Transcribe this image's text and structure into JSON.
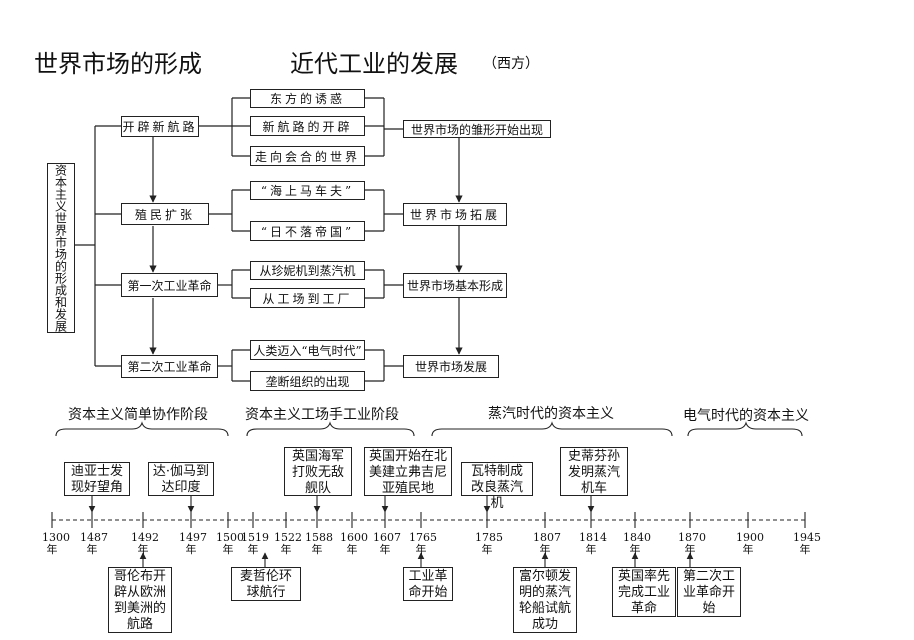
{
  "title": {
    "main": "世界市场的形成",
    "second": "近代工业的发展",
    "note": "（西方）"
  },
  "root": "资本主义世界市场的形成和发展",
  "stages_left": [
    "开辟新航路",
    "殖民扩张",
    "第一次工业革命",
    "第二次工业革命"
  ],
  "topics": [
    "东方的诱惑",
    "新航路的开辟",
    "走向会合的世界",
    "“海上马车夫”",
    "“日不落帝国”",
    "从珍妮机到蒸汽机",
    "从工场到工厂",
    "人类迈入“电气时代”",
    "垄断组织的出现"
  ],
  "results": [
    "世界市场的雏形开始出现",
    "世界市场拓展",
    "世界市场基本形成",
    "世界市场发展"
  ],
  "eras": [
    "资本主义简单协作阶段",
    "资本主义工场手工业阶段",
    "蒸汽时代的资本主义",
    "电气时代的资本主义"
  ],
  "year_unit": "年",
  "years": [
    "1300",
    "1487",
    "1492",
    "1497",
    "1500",
    "1519",
    "1522",
    "1588",
    "1600",
    "1607",
    "1765",
    "1785",
    "1807",
    "1814",
    "1840",
    "1870",
    "1900",
    "1945"
  ],
  "events_above": [
    "迪亚士发现好望角",
    "达·伽马到达印度",
    "英国海军打败无敌舰队",
    "英国开始在北美建立弗吉尼亚殖民地",
    "瓦特制成改良蒸汽机",
    "史蒂芬孙发明蒸汽机车"
  ],
  "events_below": [
    "哥伦布开辟从欧洲到美洲的航路",
    "麦哲伦环球航行",
    "工业革命开始",
    "富尔顿发明的蒸汽轮船试航成功",
    "英国率先完成工业革命",
    "第二次工业革命开始"
  ]
}
